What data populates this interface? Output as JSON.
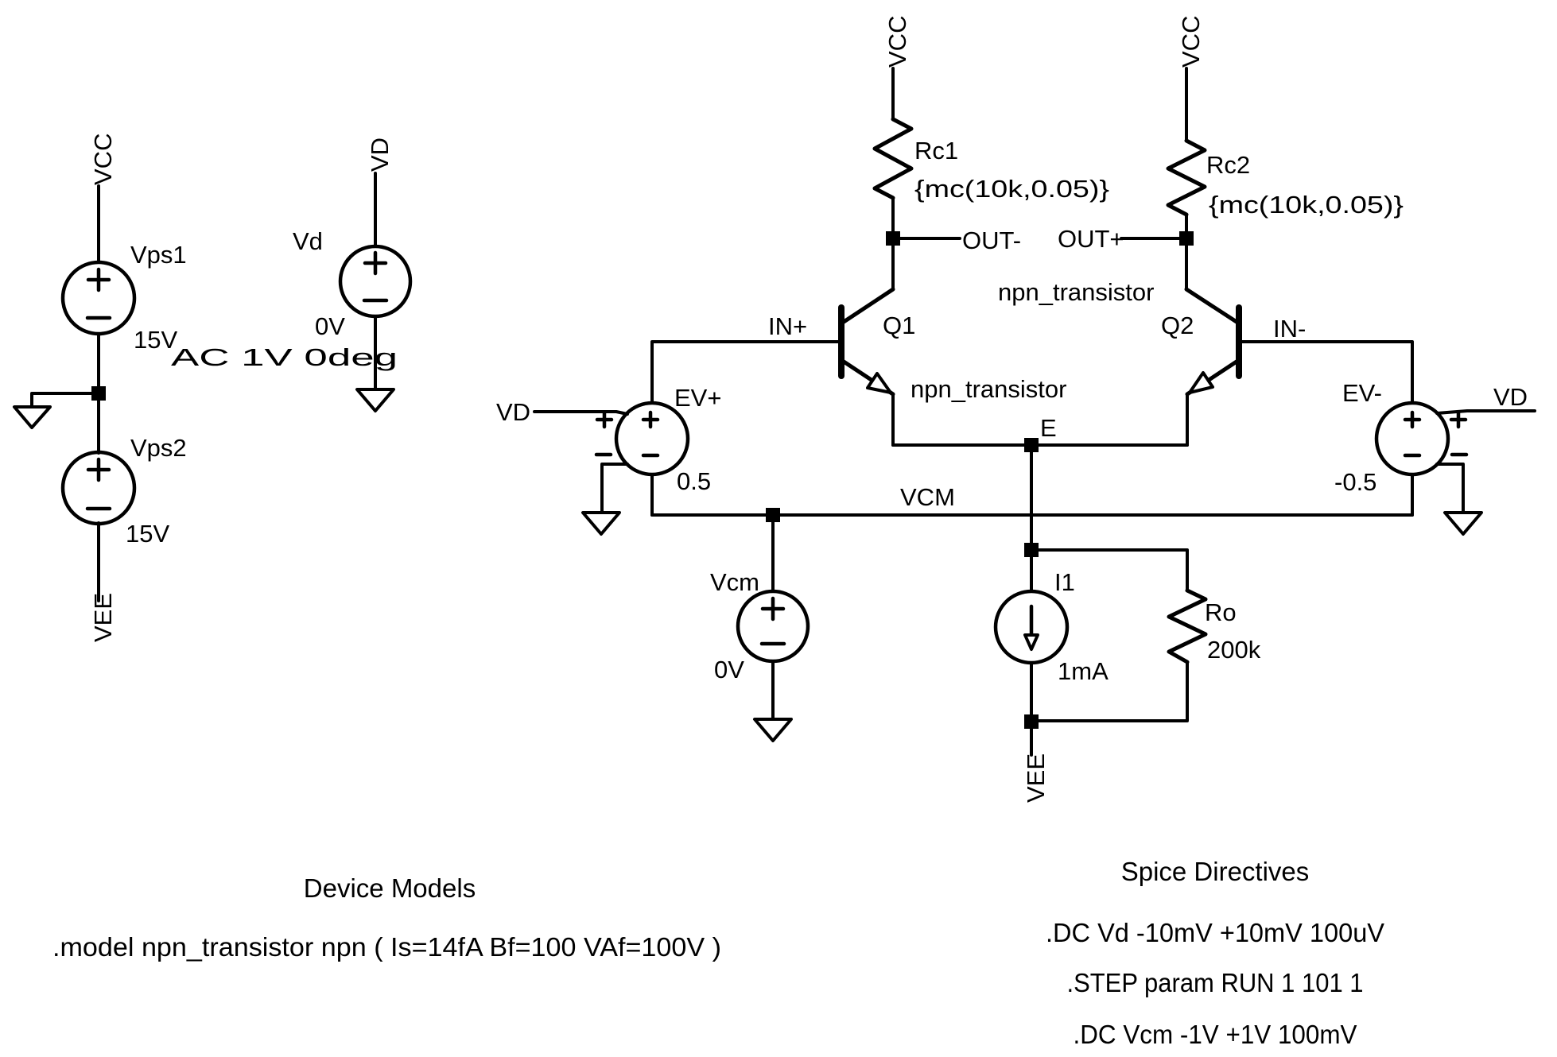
{
  "colors": {
    "ink": "#000000",
    "blue": "#0000ee"
  },
  "nets": {
    "vcc": "VCC",
    "vee": "VEE",
    "vd": "VD",
    "vcm": "VCM",
    "e": "E",
    "in_plus": "IN+",
    "in_minus": "IN-",
    "out_plus": "OUT+",
    "out_minus": "OUT-"
  },
  "components": {
    "vps1": {
      "name": "Vps1",
      "value": "15V"
    },
    "vps2": {
      "name": "Vps2",
      "value": "15V"
    },
    "vd_source": {
      "name": "Vd",
      "value": "0V",
      "ac": "AC 1V 0deg"
    },
    "rc1": {
      "name": "Rc1",
      "value": "{mc(10k,0.05)}"
    },
    "rc2": {
      "name": "Rc2",
      "value": "{mc(10k,0.05)}"
    },
    "q1": {
      "name": "Q1",
      "model": "npn_transistor"
    },
    "q2": {
      "name": "Q2",
      "model": "npn_transistor"
    },
    "ev_plus": {
      "name": "EV+",
      "value": "0.5"
    },
    "ev_minus": {
      "name": "EV-",
      "value": "-0.5"
    },
    "vcm_source": {
      "name": "Vcm",
      "value": "0V"
    },
    "i1": {
      "name": "I1",
      "value": "1mA"
    },
    "ro": {
      "name": "Ro",
      "value": "200k"
    }
  },
  "sections": {
    "device_models": {
      "title": "Device Models",
      "model_line": ".model npn_transistor npn ( Is=14fA Bf=100 VAf=100V )"
    },
    "spice_directives": {
      "title": "Spice Directives",
      "lines": [
        ".DC Vd -10mV +10mV 100uV",
        ".STEP param RUN 1 101 1",
        ".DC Vcm -1V +1V 100mV"
      ]
    }
  }
}
